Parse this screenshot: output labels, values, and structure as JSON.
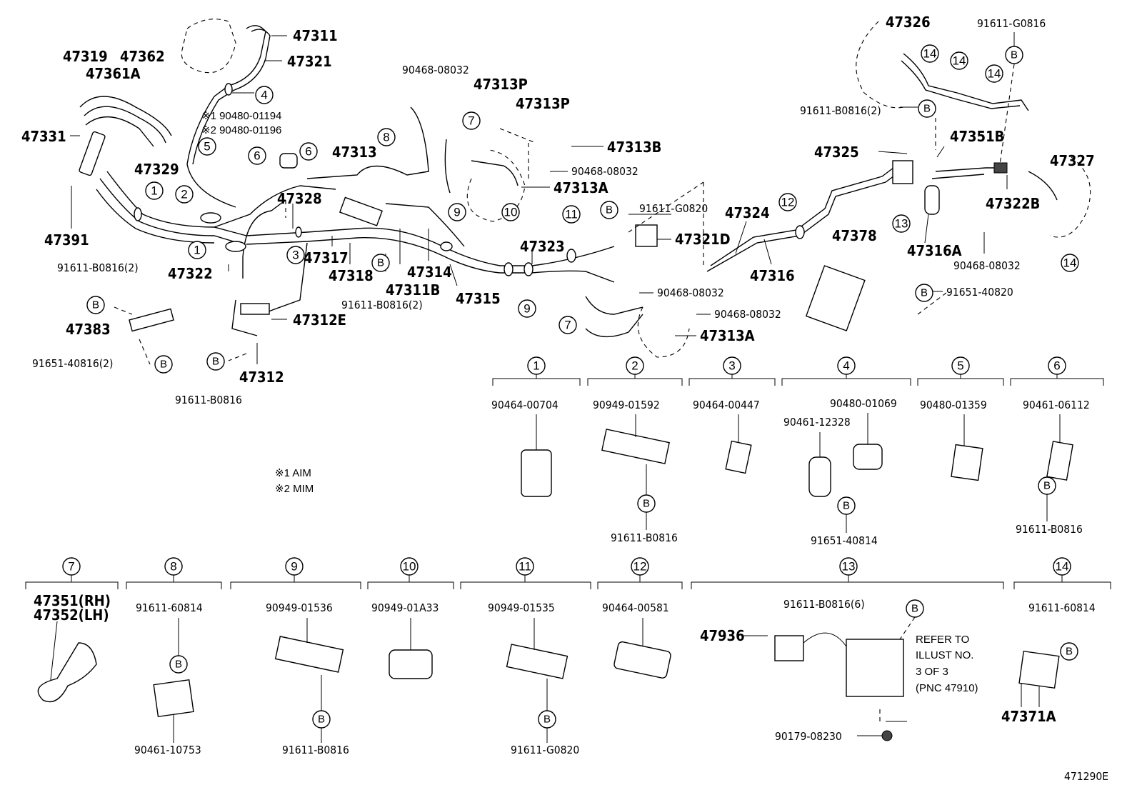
{
  "figure_code": "471290E",
  "notes": [
    "※1 AIM",
    "※2 MIM"
  ],
  "callout_notes": [
    "※1 90480-01194",
    "※2 90480-01196"
  ],
  "refer": [
    "REFER TO",
    "ILLUST NO.",
    "3 OF 3",
    "(PNC 47910)"
  ],
  "bolt_symbol": "B",
  "circle_numbers": [
    "1",
    "2",
    "3",
    "4",
    "5",
    "6",
    "7",
    "8",
    "9",
    "10",
    "11",
    "12",
    "13",
    "14"
  ],
  "labels": {
    "p47311": "47311",
    "p47321": "47321",
    "p47319": "47319",
    "p47362": "47362",
    "p47361A": "47361A",
    "p47331": "47331",
    "p47329": "47329",
    "p47391": "47391",
    "p47328": "47328",
    "p47313": "47313",
    "p47317": "47317",
    "p47318": "47318",
    "p47314": "47314",
    "p47311B": "47311B",
    "p47322": "47322",
    "p47312E": "47312E",
    "p47312": "47312",
    "p47383": "47383",
    "p47315": "47315",
    "p47323": "47323",
    "p47313P_1": "47313P",
    "p47313P_2": "47313P",
    "p47313B": "47313B",
    "p47313A_1": "47313A",
    "p47313A_2": "47313A",
    "p47321D": "47321D",
    "p47324": "47324",
    "p47316": "47316",
    "p47378": "47378",
    "p47326": "47326",
    "p47325": "47325",
    "p47351B": "47351B",
    "p47327": "47327",
    "p47322B": "47322B",
    "p47316A": "47316A",
    "p47936": "47936",
    "p47371A": "47371A",
    "p47351": "47351(RH)",
    "p47352": "47352(LH)",
    "n90468_08032_a": "90468-08032",
    "n90468_08032_b": "90468-08032",
    "n90468_08032_c": "90468-08032",
    "n90468_08032_d": "90468-08032",
    "n90468_08032_e": "90468-08032",
    "n91611_G0820_a": "91611-G0820",
    "n91611_G0816": "91611-G0816",
    "n91611_B0816_2_a": "91611-B0816(2)",
    "n91611_B0816_2_b": "91611-B0816(2)",
    "n91611_B0816_2_c": "91611-B0816(2)",
    "n91611_B0816_a": "91611-B0816",
    "n91651_40816_2": "91651-40816(2)",
    "n91651_40820": "91651-40820"
  },
  "legend": [
    {
      "num": "1",
      "parts": [
        "90464-00704"
      ]
    },
    {
      "num": "2",
      "parts": [
        "90949-01592",
        "91611-B0816"
      ]
    },
    {
      "num": "3",
      "parts": [
        "90464-00447"
      ]
    },
    {
      "num": "4",
      "parts": [
        "90480-01069",
        "90461-12328",
        "91651-40814"
      ]
    },
    {
      "num": "5",
      "parts": [
        "90480-01359"
      ]
    },
    {
      "num": "6",
      "parts": [
        "90461-06112",
        "91611-B0816"
      ]
    },
    {
      "num": "7",
      "parts": []
    },
    {
      "num": "8",
      "parts": [
        "91611-60814",
        "90461-10753"
      ]
    },
    {
      "num": "9",
      "parts": [
        "90949-01536",
        "91611-B0816"
      ]
    },
    {
      "num": "10",
      "parts": [
        "90949-01A33"
      ]
    },
    {
      "num": "11",
      "parts": [
        "90949-01535",
        "91611-G0820"
      ]
    },
    {
      "num": "12",
      "parts": [
        "90464-00581"
      ]
    },
    {
      "num": "13",
      "parts": [
        "91611-B0816(6)",
        "90179-08230"
      ]
    },
    {
      "num": "14",
      "parts": [
        "91611-60814"
      ]
    }
  ]
}
